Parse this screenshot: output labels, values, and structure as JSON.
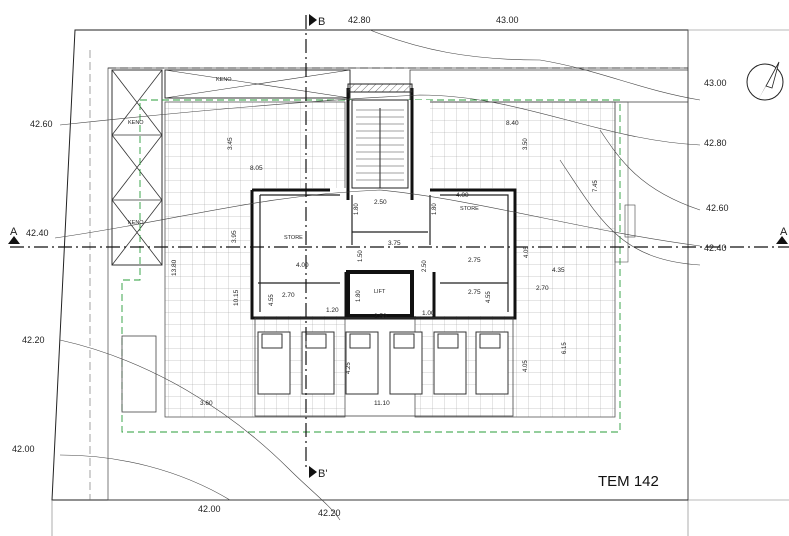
{
  "contours": {
    "left": [
      "42.60",
      "42.40",
      "42.20",
      "42.00"
    ],
    "top": [
      "42.80",
      "43.00"
    ],
    "right": [
      "43.00",
      "42.80",
      "42.60",
      "42.40"
    ],
    "bottom": [
      "42.00",
      "42.20"
    ]
  },
  "sections": {
    "a_left": "A",
    "a_right": "A",
    "b_top": "B",
    "b_bottom": "B'"
  },
  "rooms": {
    "keno_top": "KENO",
    "keno_left_1": "KENO",
    "keno_left_2": "KENO",
    "store_left": "STORE",
    "store_right": "STORE",
    "lift": "LIFT"
  },
  "dimensions": {
    "d345": "3.45",
    "d805": "8.05",
    "d395": "3.95",
    "d1380": "13.80",
    "d400": "4.00",
    "d1015": "10.15",
    "d270a": "2.70",
    "d455a": "4.55",
    "d120": "1.20",
    "d250a": "2.50",
    "d180a": "1.80",
    "d375": "3.75",
    "d150": "1.50",
    "d180b": "1.80",
    "d180c": "1.80",
    "d250b": "2.50",
    "d250c": "2.50",
    "d100": "1.00",
    "d400b": "4.00",
    "d275a": "2.75",
    "d405": "4.05",
    "d275b": "2.75",
    "d455b": "4.55",
    "d435": "4.35",
    "d270b": "2.70",
    "d840": "8.40",
    "d350": "3.50",
    "d745": "7.45",
    "d615": "6.15",
    "d405b": "4.05",
    "d425": "4.25",
    "d360": "3.60",
    "d1110": "11.10"
  },
  "title_block": {
    "text": "TEM 142"
  }
}
